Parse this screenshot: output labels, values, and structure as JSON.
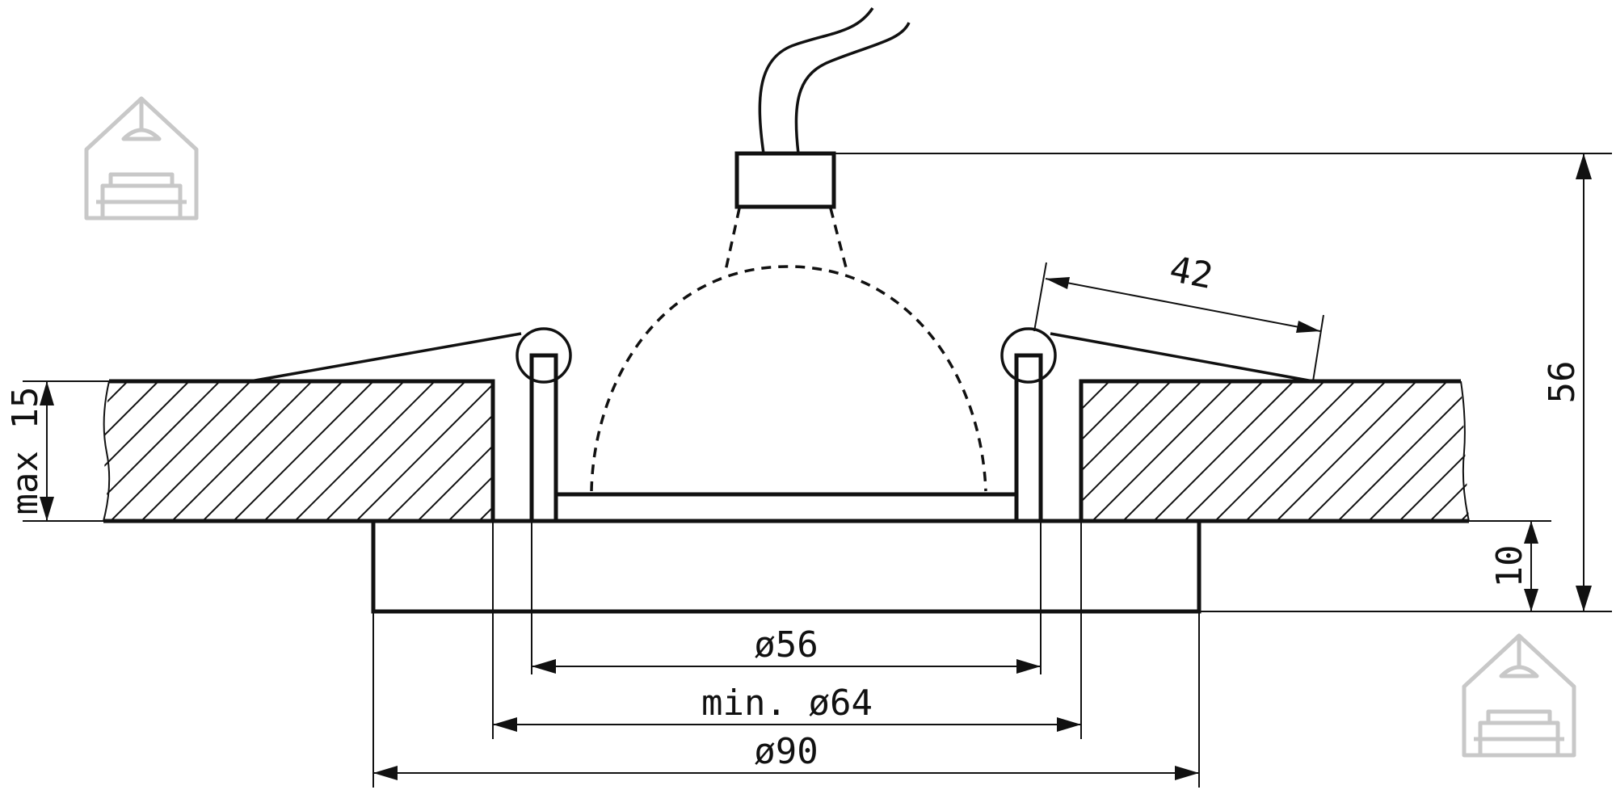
{
  "dimensions": {
    "depth_total": "56",
    "bracket_reach": "42",
    "ceiling_thickness": "max 15",
    "flange_height": "10",
    "inner_diameter": "ø56",
    "cutout_diameter": "min. ø64",
    "outer_diameter": "ø90"
  },
  "colors": {
    "ink": "#111111",
    "logo": "#c8c8c8",
    "background": "#ffffff"
  },
  "icons": {
    "logo_top_left": "house-lamp-sofa-icon",
    "logo_bottom_right": "house-lamp-sofa-icon"
  }
}
